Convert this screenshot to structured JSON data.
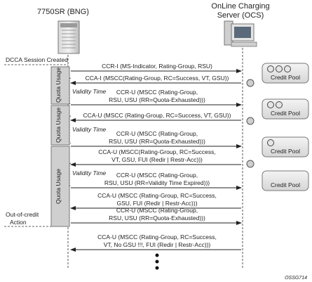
{
  "bng": {
    "label": "7750SR (BNG)"
  },
  "ocs": {
    "label_line1": "OnLine Charging",
    "label_line2": "Server (OCS)"
  },
  "side_labels": {
    "session_created": "DCCA Session Created",
    "out_of_credit_1": "Out-of-credit",
    "out_of_credit_2": "Action"
  },
  "quota_usage_label": "Quota Usage",
  "validity_time_label": "Validity Time",
  "messages": [
    {
      "lines": [
        "CCR-I (MS-Indicator, Rating-Group, RSU)"
      ],
      "dir": "right"
    },
    {
      "lines": [
        "CCA-I (MSCC(Rating-Group, RC=Success, VT, GSU))"
      ],
      "dir": "left"
    },
    {
      "lines": [
        "CCR-U (MSCC (Rating-Group,",
        "RSU, USU (RR=Quota-Exhausted)))"
      ],
      "dir": "right"
    },
    {
      "lines": [
        "CCA-U (MSCC (Rating-Group, RC=Success, VT, GSU))"
      ],
      "dir": "left"
    },
    {
      "lines": [
        "CCR-U (MSCC (Rating-Group,",
        "RSU, USU (RR=Quota-Exhausted)))"
      ],
      "dir": "right"
    },
    {
      "lines": [
        "CCA-U (MSCC(Rating-Group, RC=Success,",
        "VT, GSU, FUI (Redir | Restr-Acc)))"
      ],
      "dir": "left"
    },
    {
      "lines": [
        "CCR-U (MSCC (Rating-Group,",
        "RSU, USU (RR=Validity Time Expired)))"
      ],
      "dir": "right"
    },
    {
      "lines": [
        "CCA-U (MSCC (Rating-Group, RC=Success,",
        "GSU, FUI (Redir | Restr-Acc)))"
      ],
      "dir": "left"
    },
    {
      "lines": [
        "CCR-U (MSCC (Rating-Group,",
        "RSU, USU (RR=Quota-Exhausted)))"
      ],
      "dir": "right"
    },
    {
      "lines": [
        "CCA-U (MSCC (Rating-Group, RC=Success,",
        "VT, No GSU !!!, FUI (Redir | Restr-Acc)))"
      ],
      "dir": "left"
    }
  ],
  "credit_pool": {
    "label": "Credit Pool",
    "levels": [
      3,
      2,
      1,
      0
    ]
  },
  "figure_id": "OSSG714"
}
